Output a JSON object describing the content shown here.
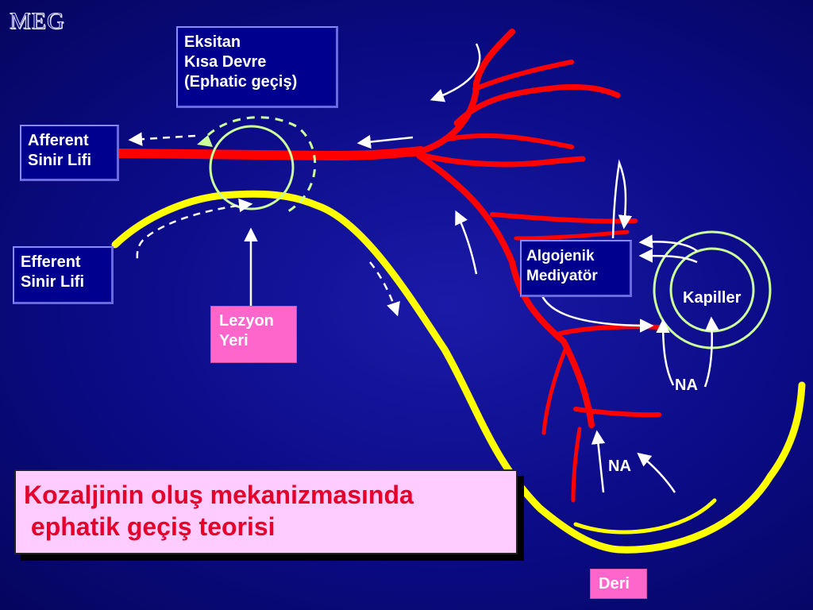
{
  "logo": "MEG",
  "eksitan": {
    "lines": [
      "Eksitan",
      "Kısa Devre",
      "(Ephatic geçiş)"
    ]
  },
  "afferent": {
    "lines": [
      "Afferent",
      "Sinir Lifi"
    ]
  },
  "efferent": {
    "lines": [
      "Efferent",
      "Sinir Lifi"
    ]
  },
  "algojenik": {
    "lines": [
      "Algojenik",
      "Mediyatör"
    ]
  },
  "lezyon": {
    "lines": [
      "Lezyon",
      "Yeri"
    ]
  },
  "kapiller": "Kapiller",
  "na_upper": "NA",
  "na_lower": "NA",
  "deri": "Deri",
  "title": {
    "lines": [
      "Kozaljinin oluş mekanizmasında",
      " ephatik geçiş teorisi"
    ]
  },
  "colors": {
    "background": "#0b0b86",
    "nerve_red": "#ff0000",
    "nerve_yellow": "#ffff00",
    "circle_green": "#ccff99",
    "box_blue": "#00008f",
    "box_pink": "#ff66cc",
    "title_bg": "#ffccff",
    "title_text": "#e4002b"
  }
}
